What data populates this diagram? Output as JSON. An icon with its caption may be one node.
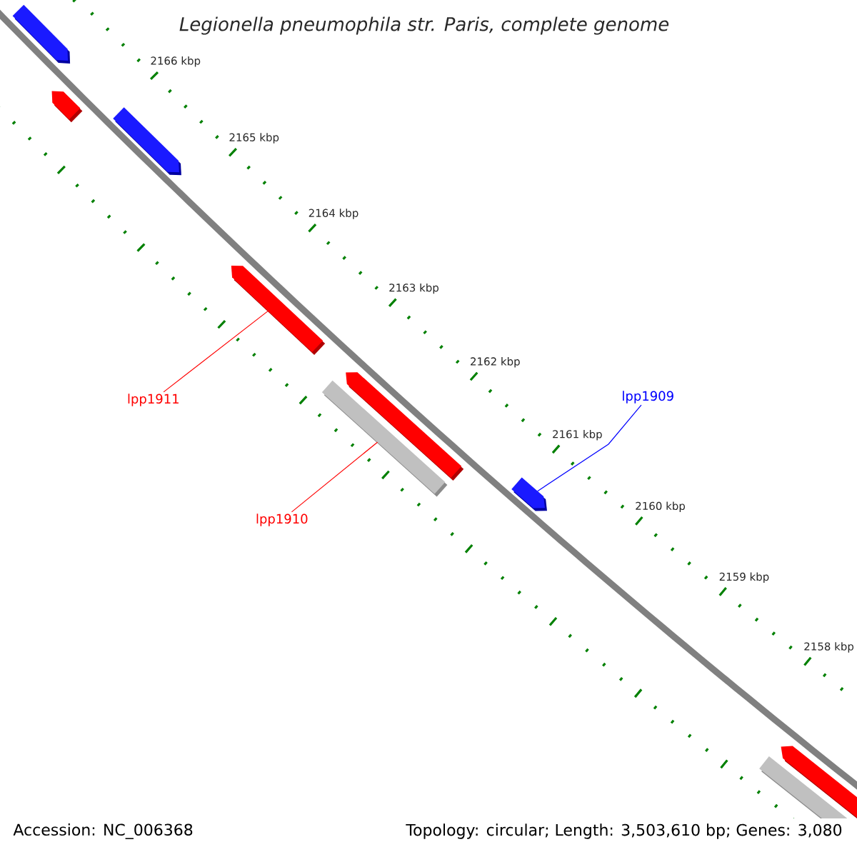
{
  "diagram": {
    "title": "Legionella pneumophila str. Paris, complete genome",
    "nodes": [
      {
        "text": [],
        "shape": "bar"
      },
      {
        "text": [],
        "shape": "bar"
      },
      {
        "text": [],
        "shape": "bar"
      },
      {
        "text": [],
        "shape": "bar"
      },
      {
        "text": [],
        "shape": "bar"
      },
      {
        "text": [],
        "shape": "bar"
      },
      {
        "text": [],
        "shape": "bar"
      },
      {
        "text": [],
        "shape": "bar"
      },
      {
        "text": [],
        "shape": "bar"
      },
      {
        "text": [
          "lpp1911"
        ]
      },
      {
        "text": [
          "lpp1910"
        ]
      },
      {
        "text": [
          "lpp1909"
        ]
      }
    ],
    "edges": [
      {
        "from": 9,
        "to": 3,
        "arrow": "none",
        "color": "#ff0000"
      },
      {
        "from": 10,
        "to": 5,
        "arrow": "none",
        "color": "#ff0000"
      },
      {
        "from": 11,
        "to": 6,
        "arrow": "none",
        "color": "#0000ff"
      }
    ],
    "labels": [
      "2166 kbp",
      "2165 kbp",
      "2164 kbp",
      "2163 kbp",
      "2162 kbp",
      "2161 kbp",
      "2160 kbp",
      "2159 kbp",
      "2158 kbp",
      "Accession: NC_006368",
      "Topology: circular; Length: 3,503,610 bp; Genes: 3,080"
    ]
  }
}
